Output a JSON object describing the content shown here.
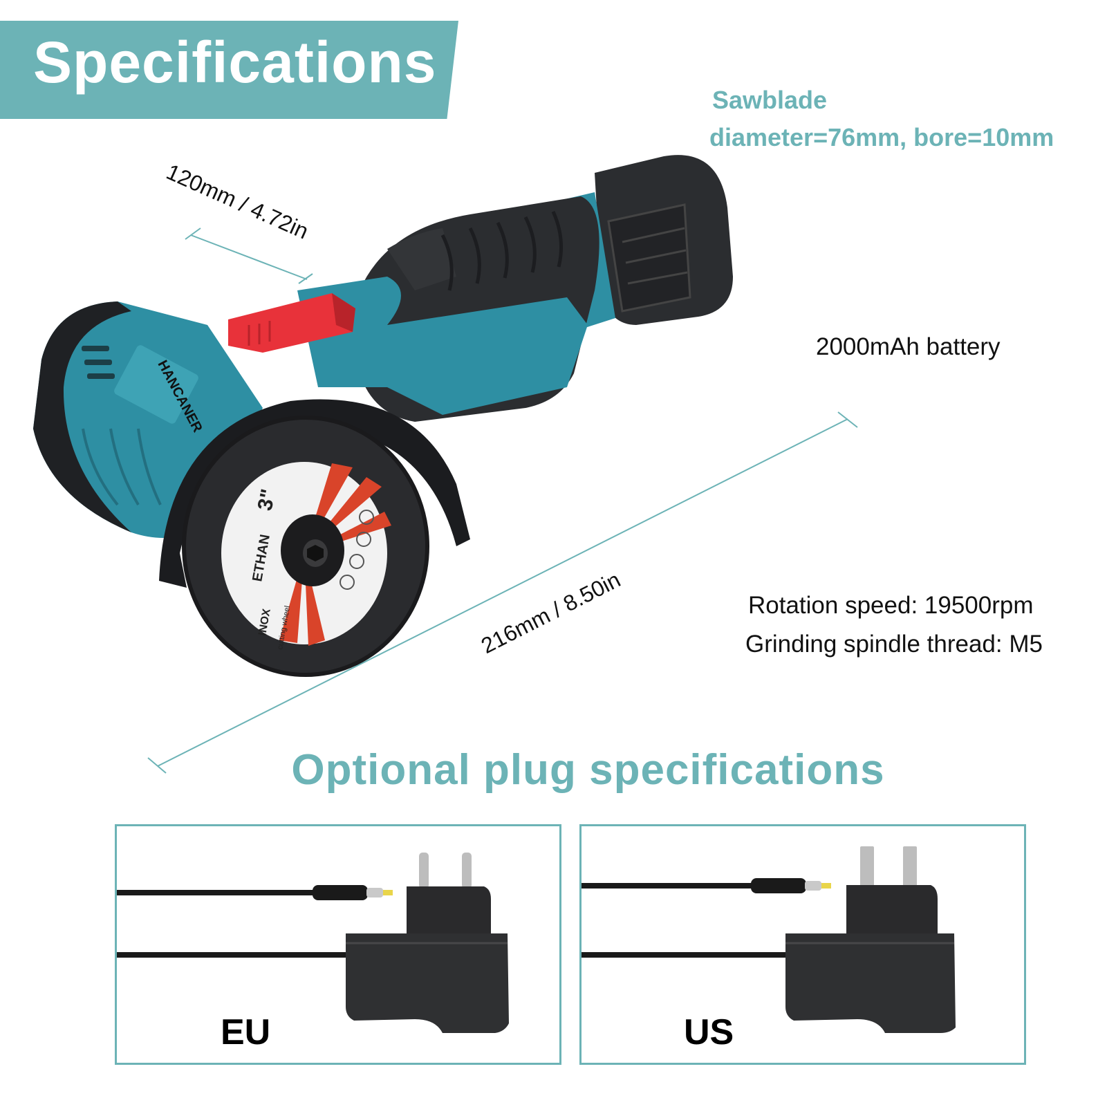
{
  "header": {
    "title": "Specifications"
  },
  "sawblade": {
    "line1": "Sawblade",
    "line2": "diameter=76mm, bore=10mm"
  },
  "dimensions": {
    "width_label": "120mm / 4.72in",
    "length_label": "216mm / 8.50in"
  },
  "specs": {
    "battery": "2000mAh battery",
    "rotation_speed": "Rotation speed: 19500rpm",
    "spindle_thread": "Grinding spindle thread: M5"
  },
  "product": {
    "brand": "HANCANER",
    "disc_brand": "ETHAN",
    "disc_size": "3\"",
    "disc_type": "INOX",
    "disc_subtitle": "cutting wheel"
  },
  "plugs": {
    "title": "Optional plug specifications",
    "options": [
      {
        "label": "EU"
      },
      {
        "label": "US"
      }
    ]
  },
  "colors": {
    "accent": "#6cb3b6",
    "tool_body": "#2e8fa3",
    "tool_grip": "#2b2d30",
    "switch": "#e8323a"
  }
}
